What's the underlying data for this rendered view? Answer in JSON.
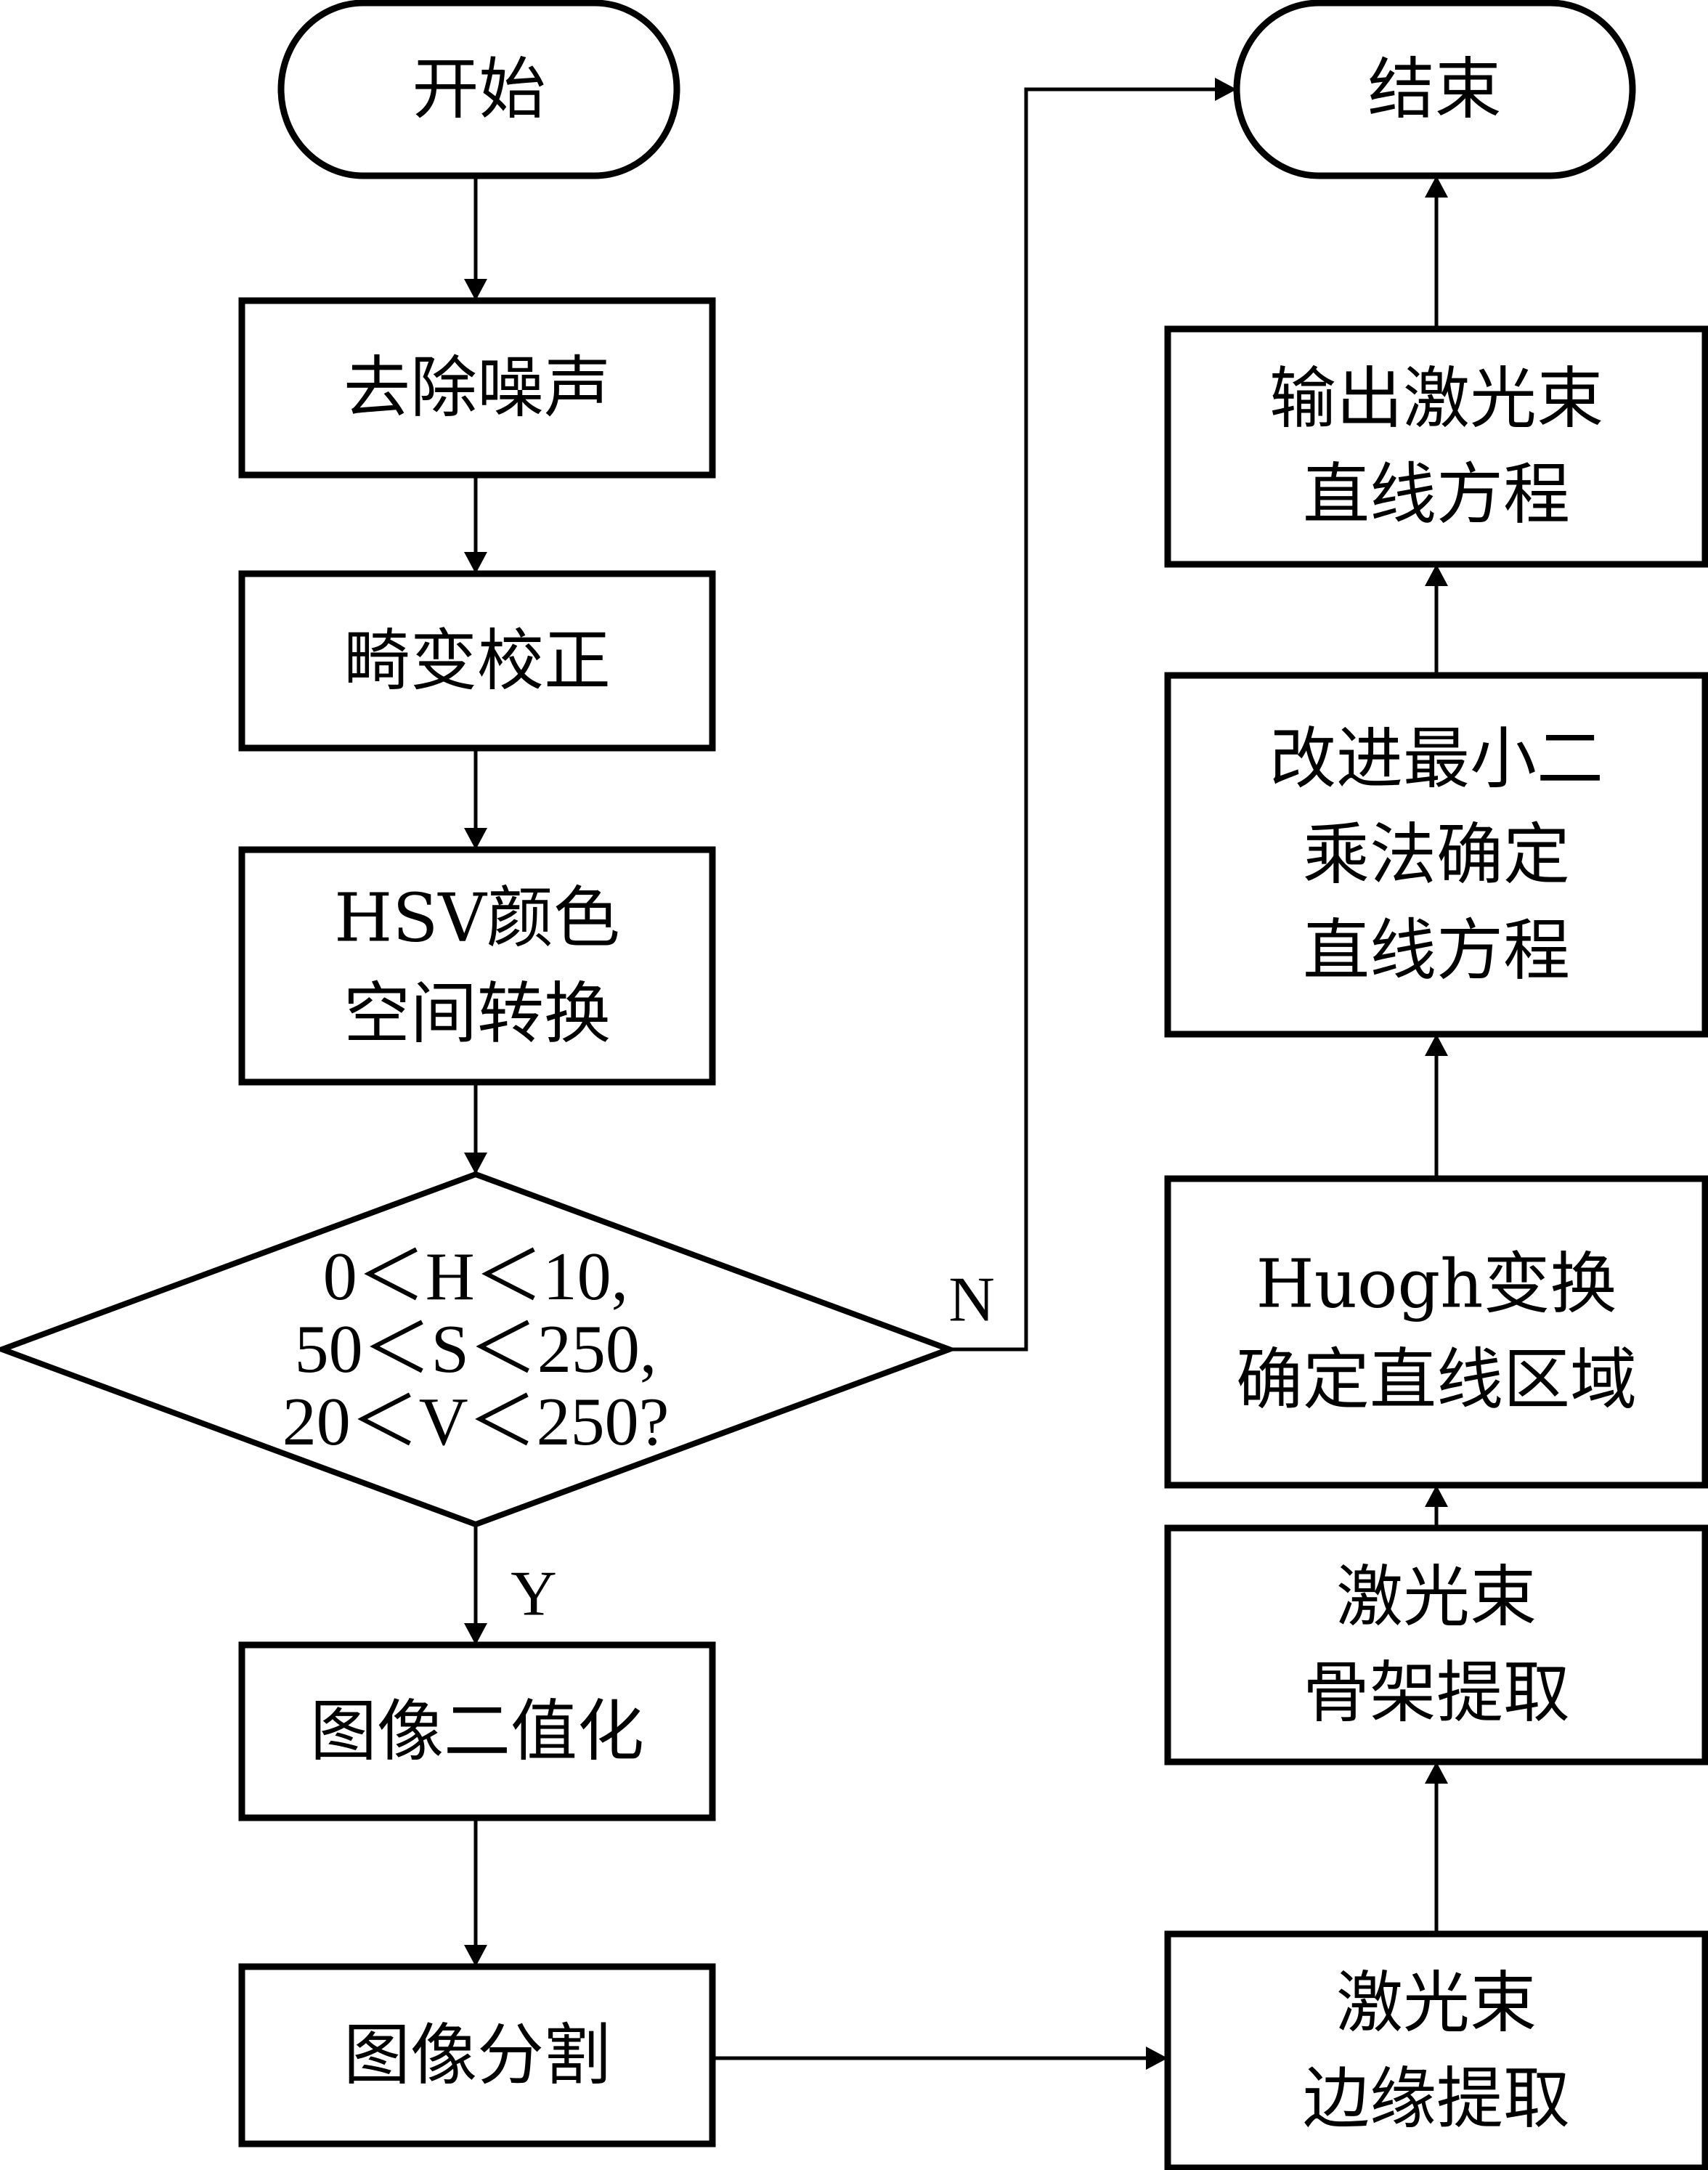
{
  "diagram": {
    "type": "flowchart",
    "colors": {
      "stroke": "#000000",
      "fill": "#ffffff",
      "text": "#000000"
    },
    "nodes": [
      {
        "id": "start",
        "shape": "terminal",
        "lines": [
          "开始"
        ]
      },
      {
        "id": "denoise",
        "shape": "process",
        "lines": [
          "去除噪声"
        ]
      },
      {
        "id": "distortion",
        "shape": "process",
        "lines": [
          "畸变校正"
        ]
      },
      {
        "id": "hsv",
        "shape": "process",
        "lines": [
          "HSV颜色",
          "空间转换"
        ]
      },
      {
        "id": "decision",
        "shape": "decision",
        "lines": [
          "0＜H＜10,",
          "50＜S＜250,",
          "20＜V＜250?"
        ]
      },
      {
        "id": "binarize",
        "shape": "process",
        "lines": [
          "图像二值化"
        ]
      },
      {
        "id": "segment",
        "shape": "process",
        "lines": [
          "图像分割"
        ]
      },
      {
        "id": "edge",
        "shape": "process",
        "lines": [
          "激光束",
          "边缘提取"
        ]
      },
      {
        "id": "skeleton",
        "shape": "process",
        "lines": [
          "激光束",
          "骨架提取"
        ]
      },
      {
        "id": "hough",
        "shape": "process",
        "lines": [
          "Huogh变换",
          "确定直线区域"
        ]
      },
      {
        "id": "lsq",
        "shape": "process",
        "lines": [
          "改进最小二",
          "乘法确定",
          "直线方程"
        ]
      },
      {
        "id": "output",
        "shape": "process",
        "lines": [
          "输出激光束",
          "直线方程"
        ]
      },
      {
        "id": "end",
        "shape": "terminal",
        "lines": [
          "结束"
        ]
      }
    ],
    "edges": [
      {
        "from": "start",
        "to": "denoise",
        "label": ""
      },
      {
        "from": "denoise",
        "to": "distortion",
        "label": ""
      },
      {
        "from": "distortion",
        "to": "hsv",
        "label": ""
      },
      {
        "from": "hsv",
        "to": "decision",
        "label": ""
      },
      {
        "from": "decision",
        "to": "binarize",
        "label": "Y"
      },
      {
        "from": "decision",
        "to": "end",
        "label": "N"
      },
      {
        "from": "binarize",
        "to": "segment",
        "label": ""
      },
      {
        "from": "segment",
        "to": "edge",
        "label": ""
      },
      {
        "from": "edge",
        "to": "skeleton",
        "label": ""
      },
      {
        "from": "skeleton",
        "to": "hough",
        "label": ""
      },
      {
        "from": "hough",
        "to": "lsq",
        "label": ""
      },
      {
        "from": "lsq",
        "to": "output",
        "label": ""
      },
      {
        "from": "output",
        "to": "end",
        "label": ""
      }
    ],
    "labels": {
      "yes": "Y",
      "no": "N"
    }
  }
}
